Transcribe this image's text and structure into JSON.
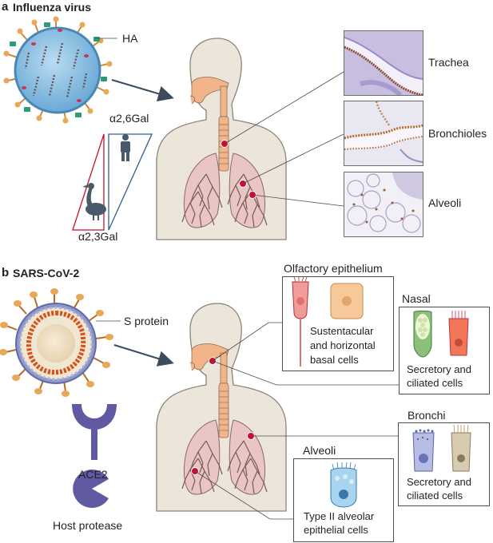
{
  "panel_a": {
    "letter": "a",
    "title": "Influenza virus",
    "ha_label": "HA",
    "receptor_human": "α2,6Gal",
    "receptor_avian": "α2,3Gal",
    "tissues": [
      "Trachea",
      "Bronchioles",
      "Alveoli"
    ]
  },
  "panel_b": {
    "letter": "b",
    "title": "SARS-CoV-2",
    "s_protein_label": "S protein",
    "ace2_label": "ACE2",
    "protease_label": "Host protease",
    "olfactory": {
      "title": "Olfactory epithelium",
      "cells_line1": "Sustentacular",
      "cells_line2": "and horizontal",
      "cells_line3": "basal cells"
    },
    "nasal": {
      "title": "Nasal",
      "cells_line1": "Secretory and",
      "cells_line2": "ciliated cells"
    },
    "bronchi": {
      "title": "Bronchi",
      "cells_line1": "Secretory and",
      "cells_line2": "ciliated cells"
    },
    "alveoli": {
      "title": "Alveoli",
      "cells_line1": "Type II alveolar",
      "cells_line2": "epithelial cells"
    }
  },
  "colors": {
    "body": "#ece6da",
    "airway": "#f2b58a",
    "lung": "#e9c6c4",
    "lung_vessels": "#7a5a55",
    "virus_blue": "#7ab8e0",
    "virus_orange": "#e9a857",
    "marker_red": "#c8102e",
    "ace2_purple": "#5f5aa2",
    "arrow": "#3d4c5c"
  }
}
